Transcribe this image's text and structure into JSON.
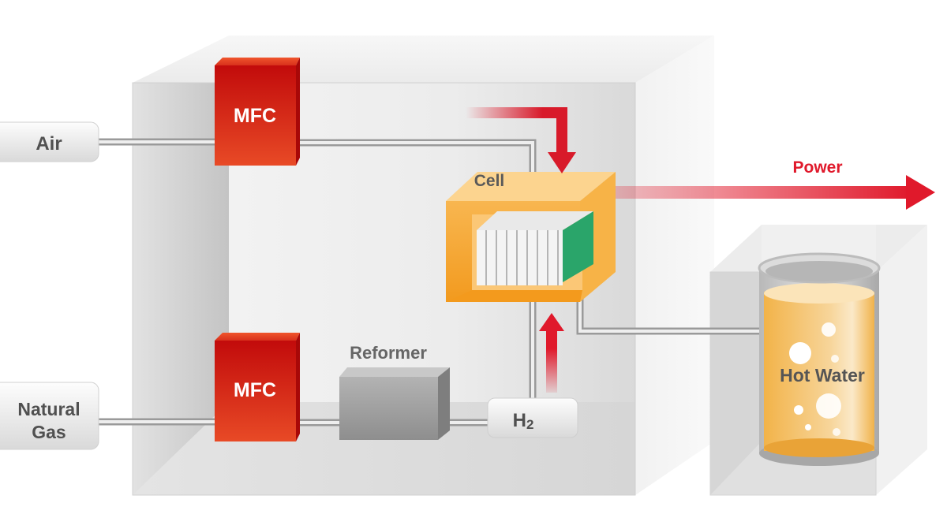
{
  "diagram": {
    "type": "fuel-cell-system-flow",
    "inputs": {
      "air": "Air",
      "natural_gas_line1": "Natural",
      "natural_gas_line2": "Gas"
    },
    "components": {
      "mfc_top": "MFC",
      "mfc_bottom": "MFC",
      "reformer": "Reformer",
      "h2_main": "H",
      "h2_sub": "2",
      "cell": "Cell",
      "hot_water": "Hot Water"
    },
    "outputs": {
      "power": "Power"
    },
    "colors": {
      "mfc_red": "#d42a1c",
      "arrow_red": "#e0192b",
      "cell_orange": "#f5a623",
      "cell_stack_green": "#2aa56a",
      "water_amber": "#f0b24a",
      "enclosure_gray": "#d8d8d8",
      "label_text": "#555555"
    },
    "flows": [
      {
        "from": "Air",
        "to": "MFC (top)"
      },
      {
        "from": "MFC (top)",
        "to": "Cell"
      },
      {
        "from": "Natural Gas",
        "to": "MFC (bottom)"
      },
      {
        "from": "MFC (bottom)",
        "to": "Reformer"
      },
      {
        "from": "Reformer",
        "to": "H2"
      },
      {
        "from": "H2",
        "to": "Cell"
      },
      {
        "from": "Cell",
        "to": "Power"
      },
      {
        "from": "Cell",
        "to": "Hot Water"
      }
    ]
  }
}
